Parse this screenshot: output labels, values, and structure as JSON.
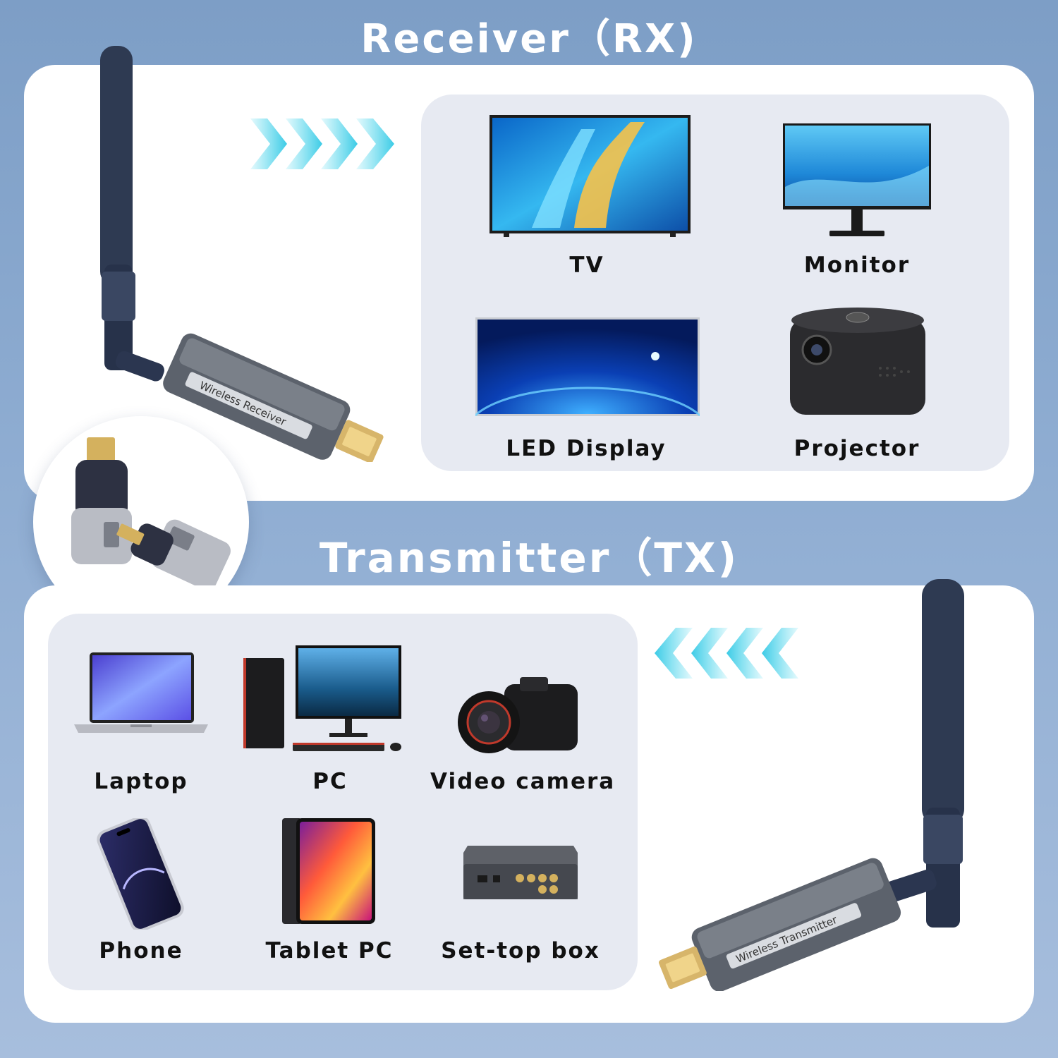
{
  "receiver": {
    "title": "Receiver（RX)",
    "outputs": [
      {
        "label": "TV",
        "icon": "tv-icon"
      },
      {
        "label": "Monitor",
        "icon": "monitor-icon"
      },
      {
        "label": "LED Display",
        "icon": "led-display-icon"
      },
      {
        "label": "Projector",
        "icon": "projector-icon"
      }
    ],
    "device_text": "Wireless Receiver"
  },
  "transmitter": {
    "title": "Transmitter（TX)",
    "sources": [
      {
        "label": "Laptop",
        "icon": "laptop-icon"
      },
      {
        "label": "PC",
        "icon": "pc-icon"
      },
      {
        "label": "Video camera",
        "icon": "video-camera-icon"
      },
      {
        "label": "Phone",
        "icon": "phone-icon"
      },
      {
        "label": "Tablet PC",
        "icon": "tablet-icon"
      },
      {
        "label": "Set-top box",
        "icon": "set-top-box-icon"
      }
    ],
    "device_text": "Wireless Transmitter"
  },
  "colors": {
    "background": "#8fadd2",
    "panel": "#ffffff",
    "subpanel": "#e7eaf2",
    "arrow": "#4fd8ee"
  }
}
